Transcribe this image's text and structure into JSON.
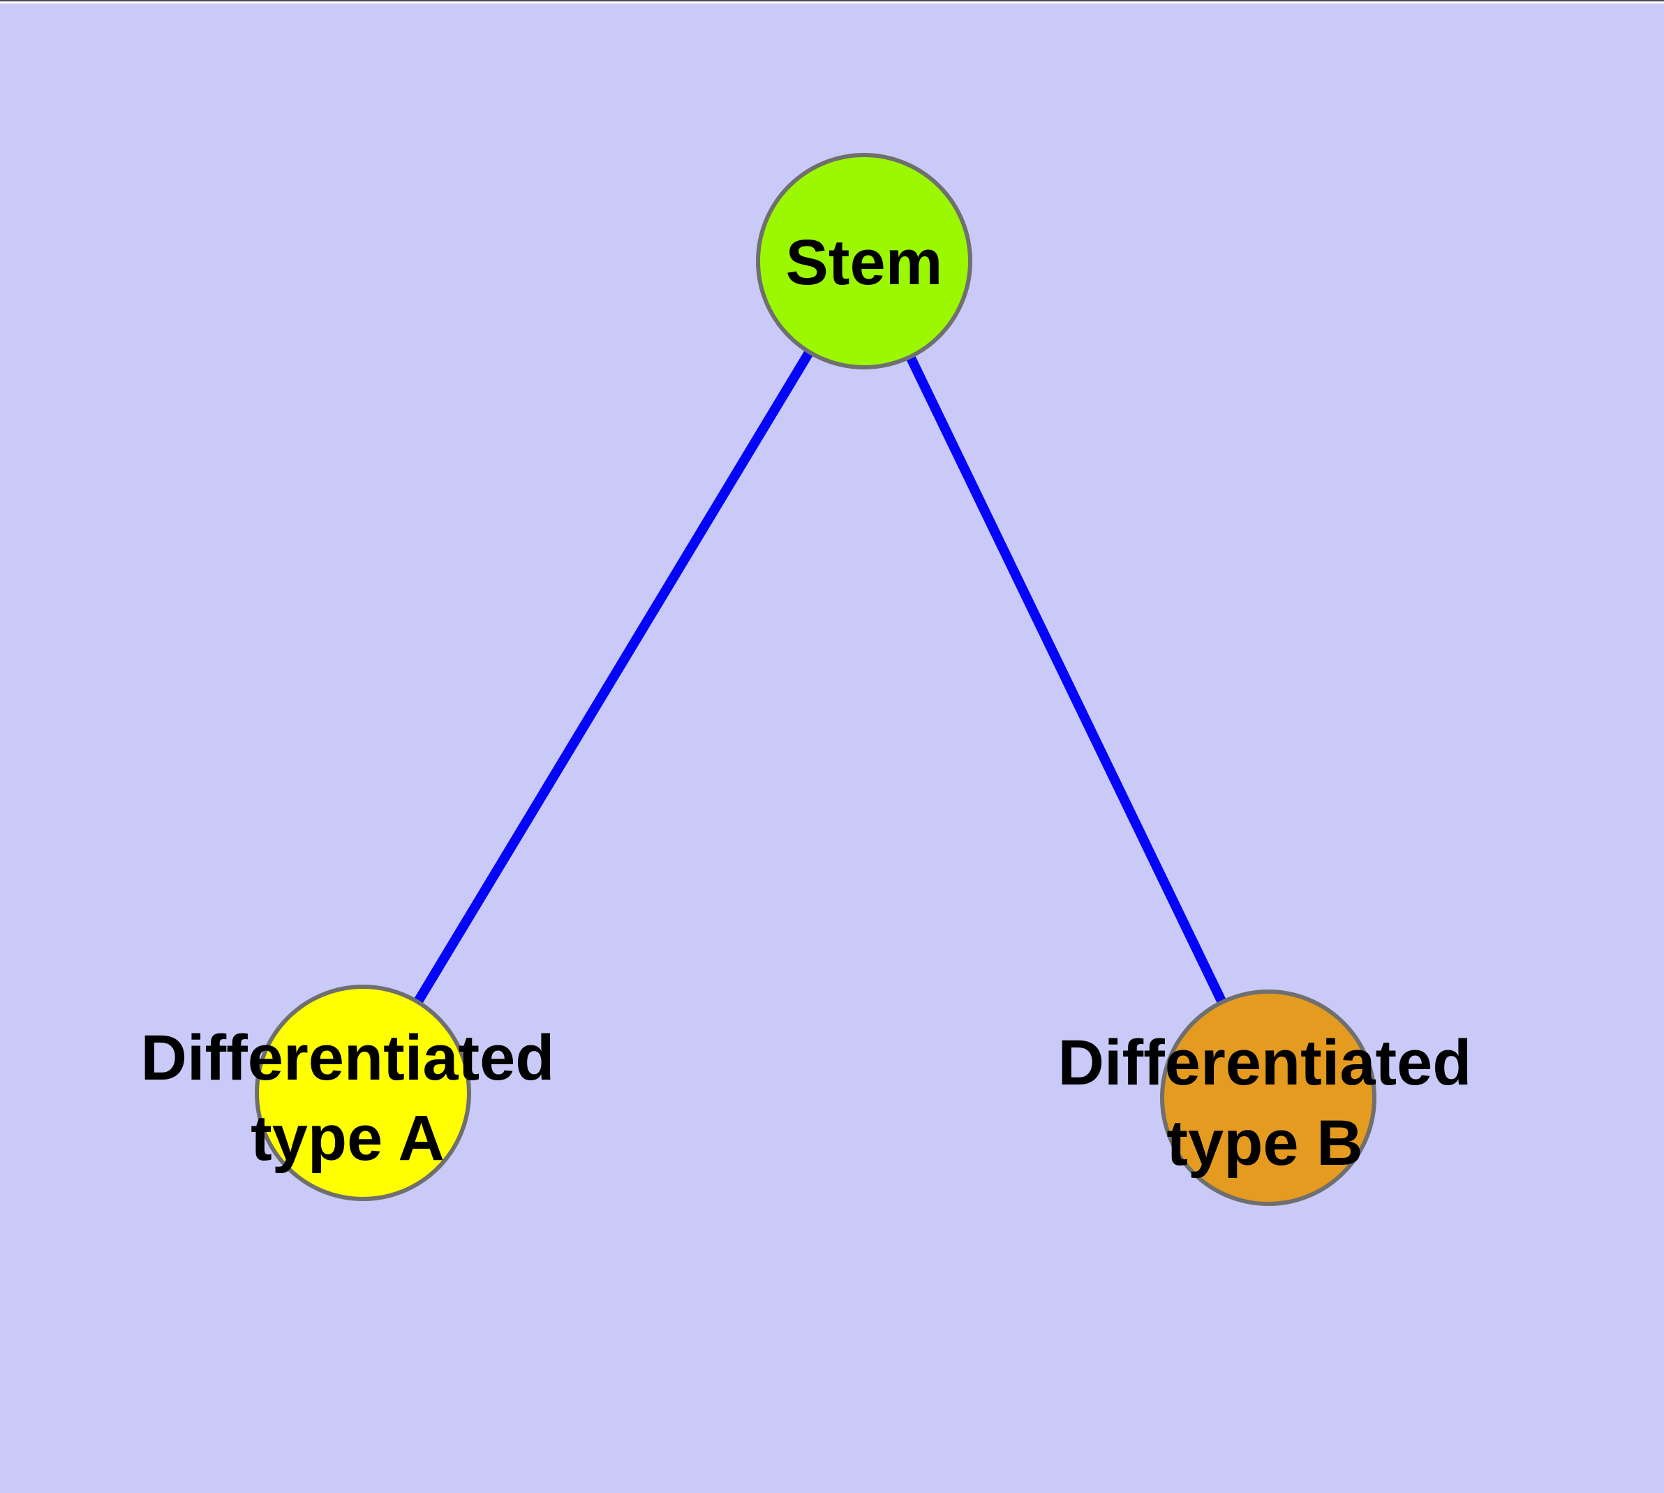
{
  "figure": {
    "kind": "node-link graph diagram",
    "background_color": "#cacaf8",
    "top_edge_artifact_color": "#ffffff"
  },
  "graph": {
    "edge_color": "#0404f8",
    "node_border_color": "#6f6f6f",
    "label_color": "#000000",
    "nodes": [
      {
        "id": "stem",
        "label": "Stem",
        "label_lines": [
          "Stem"
        ],
        "fill": "#9bf800"
      },
      {
        "id": "differentiated-type-a",
        "label": "Differentiated type A",
        "label_lines": [
          "Differentiated",
          "type A"
        ],
        "fill": "#ffff00"
      },
      {
        "id": "differentiated-type-b",
        "label": "Differentiated type B",
        "label_lines": [
          "Differentiated",
          "type B"
        ],
        "fill": "#e49b20"
      }
    ],
    "edges": [
      {
        "from": "stem",
        "to": "differentiated-type-a"
      },
      {
        "from": "stem",
        "to": "differentiated-type-b"
      }
    ]
  }
}
